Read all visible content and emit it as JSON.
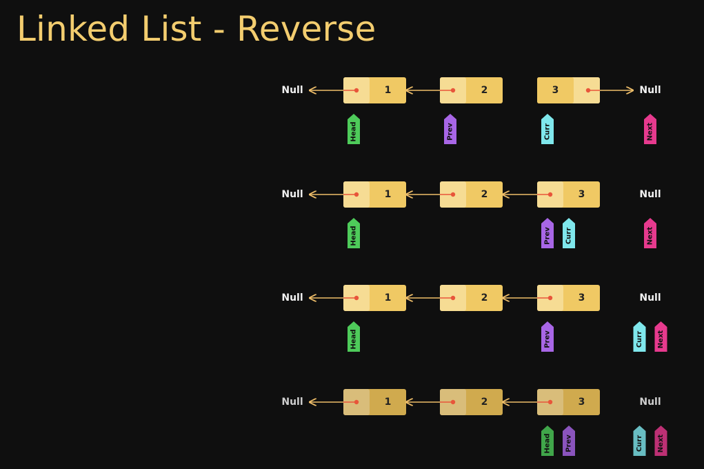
{
  "title": "Linked List - Reverse",
  "null_label": "Null",
  "colors": {
    "background": "#0f0f0f",
    "title": "#f3cd6f",
    "node_left": "#f6dc94",
    "node_right": "#f0c964",
    "node_left_dim": "#d9bd7a",
    "node_right_dim": "#d0aa4e",
    "link_arrow": "#e8553a",
    "null_arrow": "#f0bf6a",
    "head": "#4ecb5a",
    "prev": "#a866e6",
    "curr": "#7fe7ec",
    "next": "#e73a8e"
  },
  "steps": [
    {
      "dim": false,
      "nodes": [
        {
          "value": "1",
          "pointer_cell": "left",
          "points_to": "null_left"
        },
        {
          "value": "2",
          "pointer_cell": "left",
          "points_to": "node_1"
        },
        {
          "value": "3",
          "pointer_cell": "right",
          "points_to": "null_right"
        }
      ],
      "pointers": [
        {
          "label": "Head",
          "color": "head",
          "under": "node_1"
        },
        {
          "label": "Prev",
          "color": "prev",
          "under": "node_2"
        },
        {
          "label": "Curr",
          "color": "curr",
          "under": "node_3"
        },
        {
          "label": "Next",
          "color": "next",
          "under": "null"
        }
      ]
    },
    {
      "dim": false,
      "nodes": [
        {
          "value": "1",
          "pointer_cell": "left",
          "points_to": "null_left"
        },
        {
          "value": "2",
          "pointer_cell": "left",
          "points_to": "node_1"
        },
        {
          "value": "3",
          "pointer_cell": "left",
          "points_to": "node_2"
        }
      ],
      "pointers": [
        {
          "label": "Head",
          "color": "head",
          "under": "node_1"
        },
        {
          "label": "Prev",
          "color": "prev",
          "under": "node_3"
        },
        {
          "label": "Curr",
          "color": "curr",
          "under": "node_3"
        },
        {
          "label": "Next",
          "color": "next",
          "under": "null"
        }
      ]
    },
    {
      "dim": false,
      "nodes": [
        {
          "value": "1",
          "pointer_cell": "left",
          "points_to": "null_left"
        },
        {
          "value": "2",
          "pointer_cell": "left",
          "points_to": "node_1"
        },
        {
          "value": "3",
          "pointer_cell": "left",
          "points_to": "node_2"
        }
      ],
      "pointers": [
        {
          "label": "Head",
          "color": "head",
          "under": "node_1"
        },
        {
          "label": "Prev",
          "color": "prev",
          "under": "node_3"
        },
        {
          "label": "Curr",
          "color": "curr",
          "under": "null"
        },
        {
          "label": "Next",
          "color": "next",
          "under": "null"
        }
      ]
    },
    {
      "dim": true,
      "nodes": [
        {
          "value": "1",
          "pointer_cell": "left",
          "points_to": "null_left"
        },
        {
          "value": "2",
          "pointer_cell": "left",
          "points_to": "node_1"
        },
        {
          "value": "3",
          "pointer_cell": "left",
          "points_to": "node_2"
        }
      ],
      "pointers": [
        {
          "label": "Head",
          "color": "head",
          "under": "node_3"
        },
        {
          "label": "Prev",
          "color": "prev",
          "under": "node_3"
        },
        {
          "label": "Curr",
          "color": "curr",
          "under": "null"
        },
        {
          "label": "Next",
          "color": "next",
          "under": "null"
        }
      ]
    }
  ]
}
